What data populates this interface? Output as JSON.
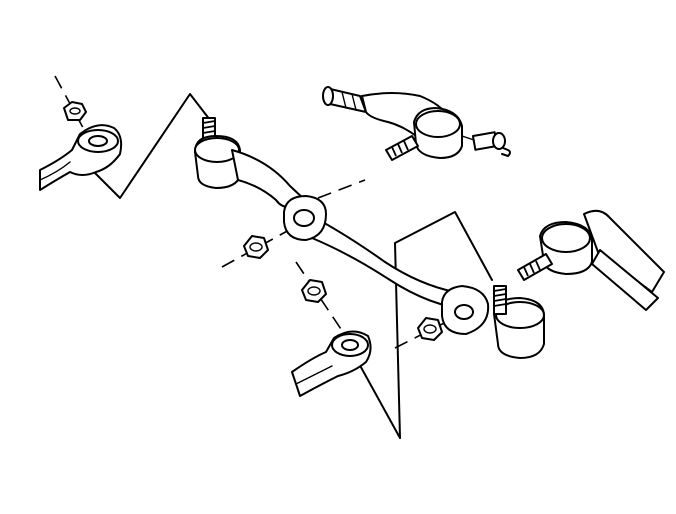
{
  "diagram": {
    "kind": "exploded steering linkage illustration",
    "line_color": "#000000",
    "background": "#ffffff",
    "parts": [
      "relay-rod",
      "pitman-arm",
      "idler-arm",
      "inner-tie-rod-end",
      "outer-tie-rod-end",
      "castle-nut",
      "hex-nut",
      "cotter-pin"
    ]
  }
}
